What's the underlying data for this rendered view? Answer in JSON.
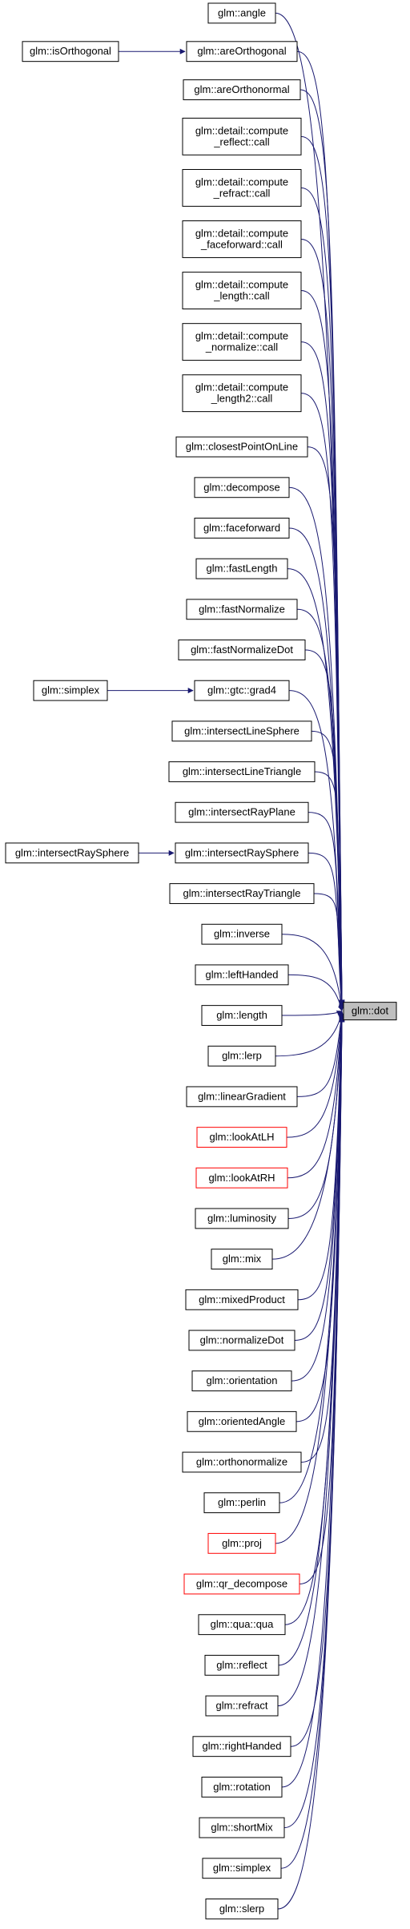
{
  "colors": {
    "edge": "#191970",
    "node_border": "#000000",
    "node_border_undocumented": "#ff0000",
    "target_fill": "#bfbfbf",
    "node_fill": "#ffffff"
  },
  "target": {
    "id": "dot",
    "label": "glm::dot"
  },
  "callers": [
    {
      "id": "angle",
      "label": "glm::angle"
    },
    {
      "id": "areOrthogonal",
      "label": "glm::areOrthogonal"
    },
    {
      "id": "areOrthonormal",
      "label": "glm::areOrthonormal"
    },
    {
      "id": "compute_reflect",
      "label": "glm::detail::compute\n_reflect::call"
    },
    {
      "id": "compute_refract",
      "label": "glm::detail::compute\n_refract::call"
    },
    {
      "id": "compute_faceforward",
      "label": "glm::detail::compute\n_faceforward::call"
    },
    {
      "id": "compute_length",
      "label": "glm::detail::compute\n_length::call"
    },
    {
      "id": "compute_normalize",
      "label": "glm::detail::compute\n_normalize::call"
    },
    {
      "id": "compute_length2",
      "label": "glm::detail::compute\n_length2::call"
    },
    {
      "id": "closestPointOnLine",
      "label": "glm::closestPointOnLine"
    },
    {
      "id": "decompose",
      "label": "glm::decompose"
    },
    {
      "id": "faceforward",
      "label": "glm::faceforward"
    },
    {
      "id": "fastLength",
      "label": "glm::fastLength"
    },
    {
      "id": "fastNormalize",
      "label": "glm::fastNormalize"
    },
    {
      "id": "fastNormalizeDot",
      "label": "glm::fastNormalizeDot"
    },
    {
      "id": "grad4",
      "label": "glm::gtc::grad4"
    },
    {
      "id": "intersectLineSphere",
      "label": "glm::intersectLineSphere"
    },
    {
      "id": "intersectLineTriangle",
      "label": "glm::intersectLineTriangle"
    },
    {
      "id": "intersectRayPlane",
      "label": "glm::intersectRayPlane"
    },
    {
      "id": "intersectRaySphere",
      "label": "glm::intersectRaySphere"
    },
    {
      "id": "intersectRayTriangle",
      "label": "glm::intersectRayTriangle"
    },
    {
      "id": "inverse",
      "label": "glm::inverse"
    },
    {
      "id": "leftHanded",
      "label": "glm::leftHanded"
    },
    {
      "id": "length",
      "label": "glm::length"
    },
    {
      "id": "lerp",
      "label": "glm::lerp"
    },
    {
      "id": "linearGradient",
      "label": "glm::linearGradient"
    },
    {
      "id": "lookAtLH",
      "label": "glm::lookAtLH",
      "undocumented": true
    },
    {
      "id": "lookAtRH",
      "label": "glm::lookAtRH",
      "undocumented": true
    },
    {
      "id": "luminosity",
      "label": "glm::luminosity"
    },
    {
      "id": "mix",
      "label": "glm::mix"
    },
    {
      "id": "mixedProduct",
      "label": "glm::mixedProduct"
    },
    {
      "id": "normalizeDot",
      "label": "glm::normalizeDot"
    },
    {
      "id": "orientation",
      "label": "glm::orientation"
    },
    {
      "id": "orientedAngle",
      "label": "glm::orientedAngle"
    },
    {
      "id": "orthonormalize",
      "label": "glm::orthonormalize"
    },
    {
      "id": "perlin",
      "label": "glm::perlin"
    },
    {
      "id": "proj",
      "label": "glm::proj",
      "undocumented": true
    },
    {
      "id": "qr_decompose",
      "label": "glm::qr_decompose",
      "undocumented": true
    },
    {
      "id": "qua",
      "label": "glm::qua::qua"
    },
    {
      "id": "reflect",
      "label": "glm::reflect"
    },
    {
      "id": "refract",
      "label": "glm::refract"
    },
    {
      "id": "rightHanded",
      "label": "glm::rightHanded"
    },
    {
      "id": "rotation",
      "label": "glm::rotation"
    },
    {
      "id": "shortMix",
      "label": "glm::shortMix"
    },
    {
      "id": "simplex",
      "label": "glm::simplex"
    },
    {
      "id": "slerp",
      "label": "glm::slerp"
    }
  ],
  "secondary_callers": [
    {
      "id": "isOrthogonal",
      "label": "glm::isOrthogonal",
      "calls": "areOrthogonal"
    },
    {
      "id": "simplex_gtc",
      "label": "glm::simplex",
      "calls": "grad4"
    },
    {
      "id": "intersectRaySphere_2",
      "label": "glm::intersectRaySphere",
      "calls": "intersectRaySphere"
    }
  ]
}
